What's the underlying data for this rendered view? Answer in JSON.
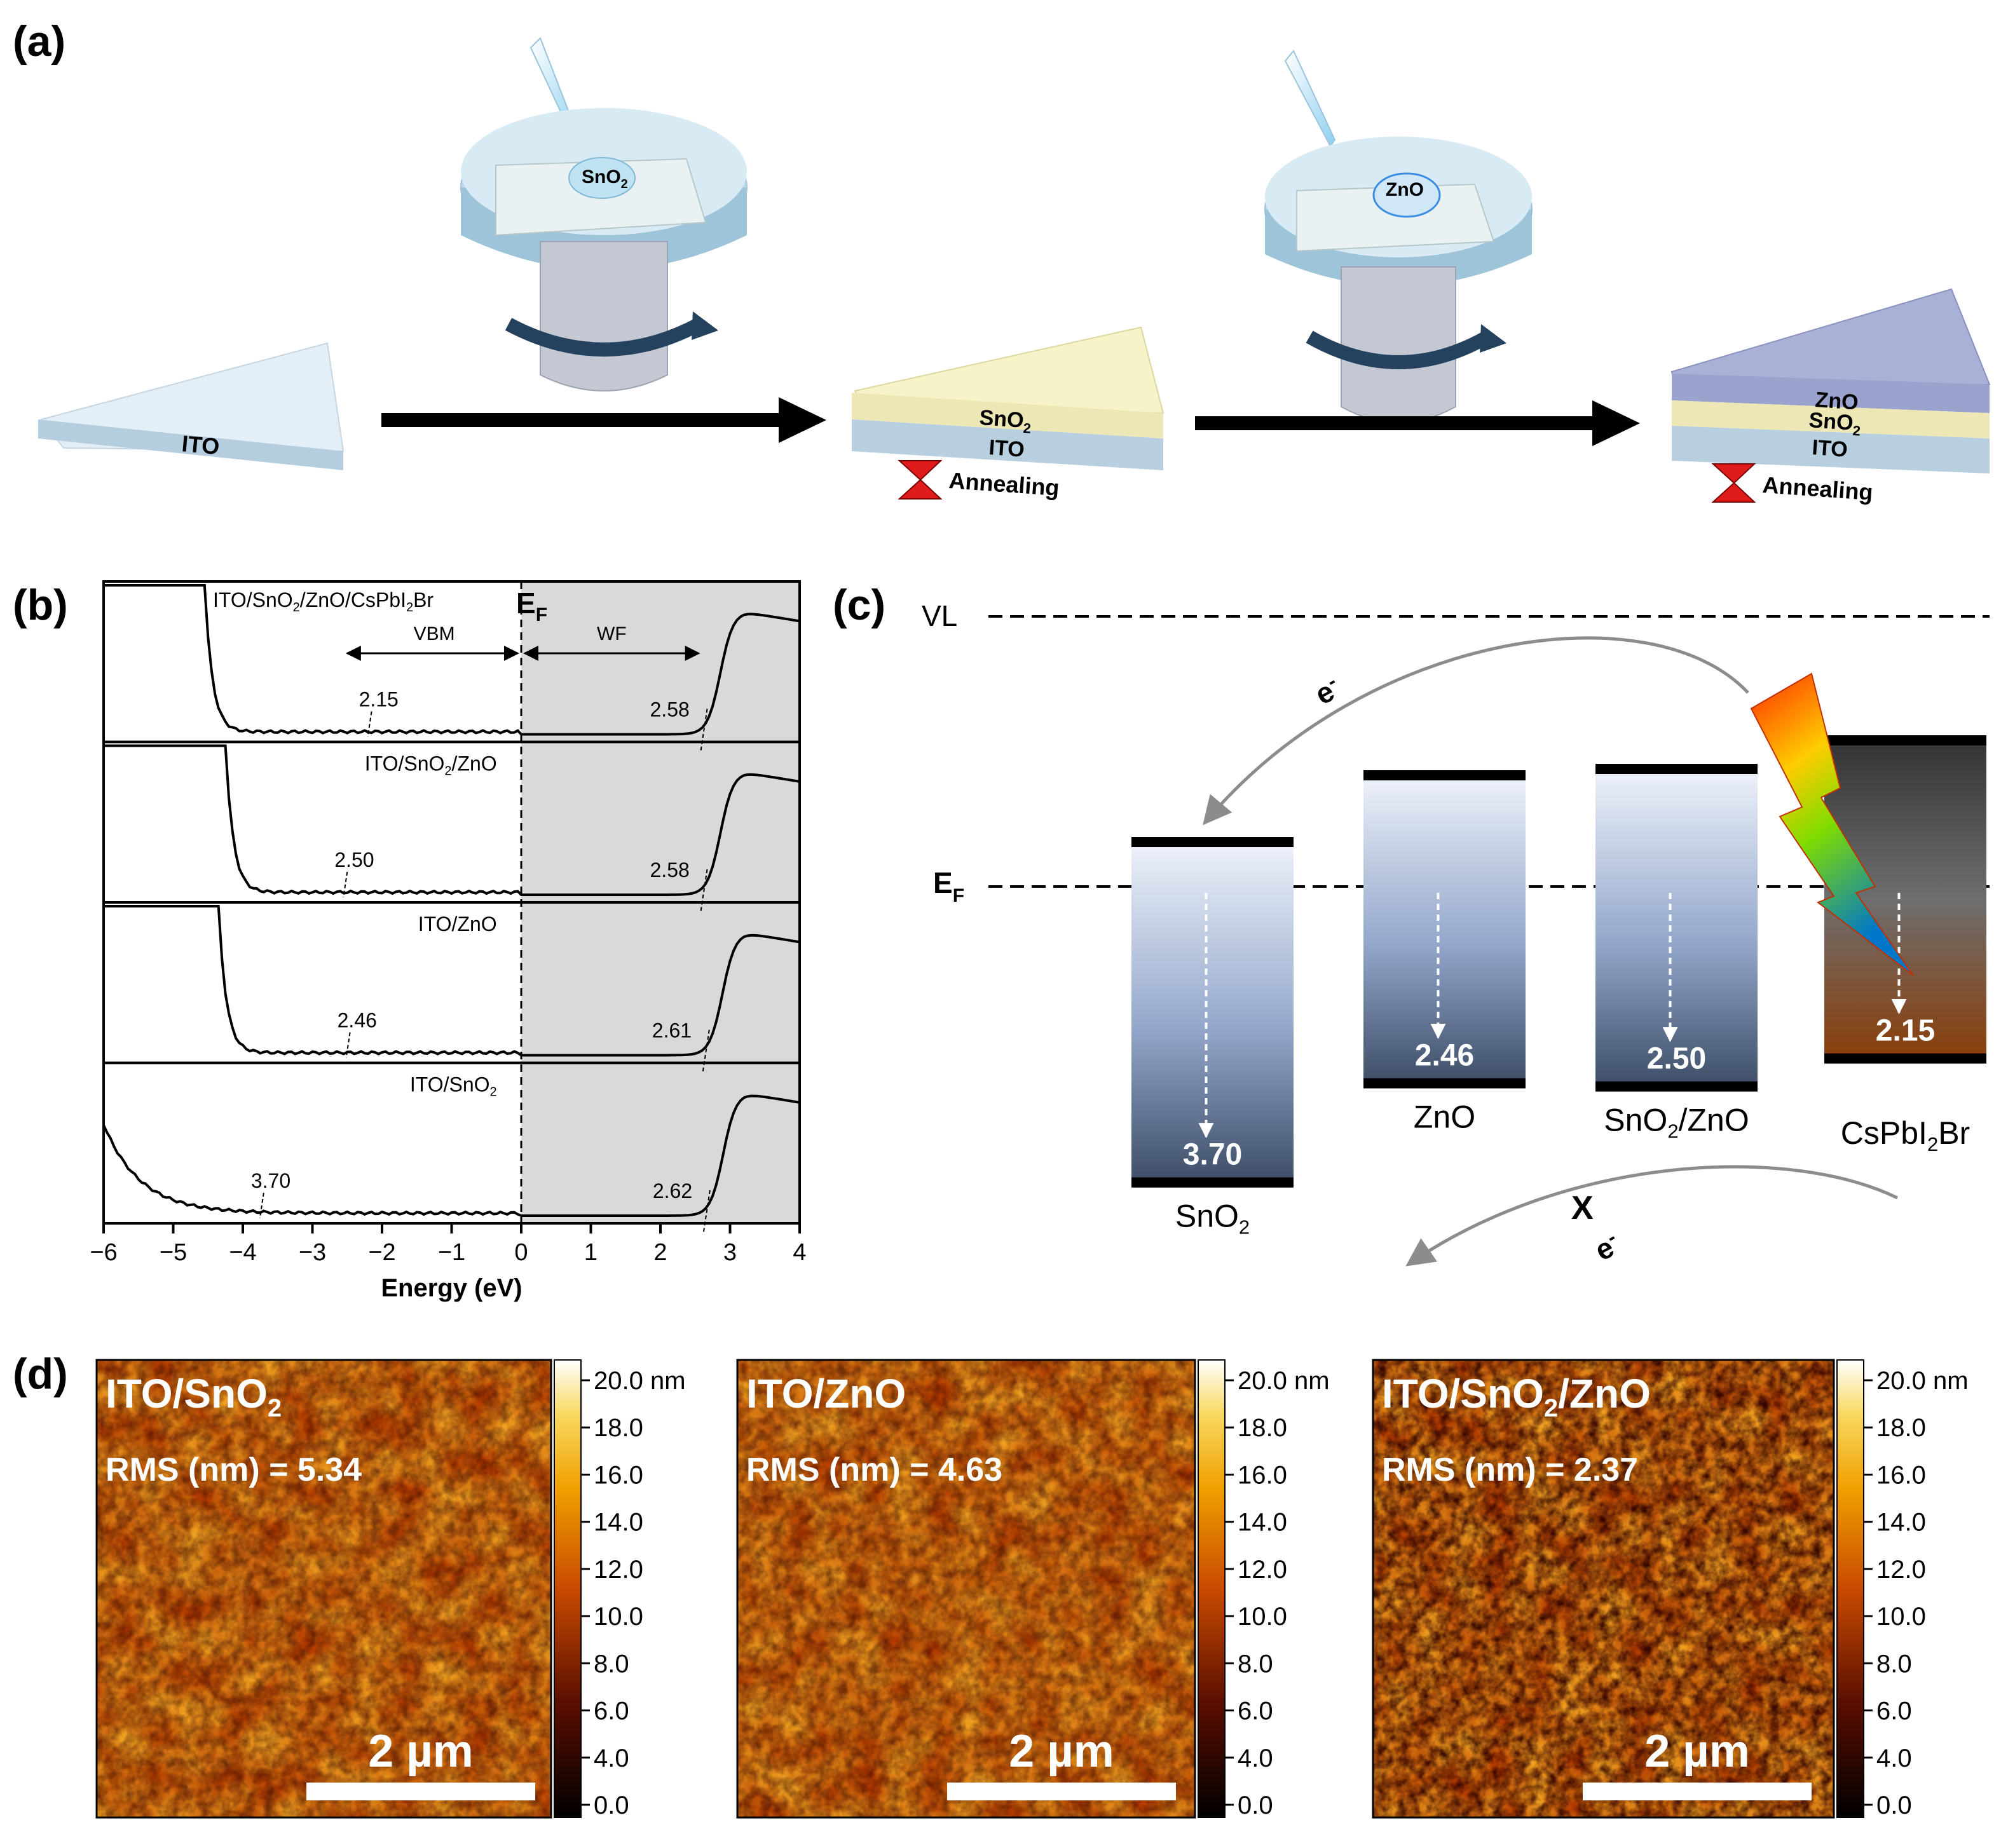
{
  "panel_labels": {
    "a": "(a)",
    "b": "(b)",
    "c": "(c)",
    "d": "(d)"
  },
  "colors": {
    "ito": "#cfe4f1",
    "sno2": "#f5f2c5",
    "zno": "#a9b0d8",
    "annealing": "#e01b1b",
    "wf_shade": "#d9d9d9",
    "band_top": "#eef2fa",
    "band_bottom": "#3d4d66",
    "cspbi2br_top": "#3a3a3a",
    "cspbi2br_bottom": "#8a3e0a",
    "arrow_gray": "#8c8c8c"
  },
  "panel_a": {
    "substrate": {
      "ito": "ITO"
    },
    "spin1": {
      "droplet": "SnO",
      "droplet_sub": "2"
    },
    "stack1": {
      "layer_top": "SnO",
      "layer_top_sub": "2",
      "layer_bottom": "ITO",
      "annealing": "Annealing"
    },
    "spin2": {
      "droplet": "ZnO"
    },
    "stack2": {
      "layer_top": "ZnO",
      "layer_mid": "SnO",
      "layer_mid_sub": "2",
      "layer_bottom": "ITO",
      "annealing": "Annealing"
    }
  },
  "panel_b": {
    "x_axis_label": "Energy (eV)",
    "x_ticks": [
      "−6",
      "−5",
      "−4",
      "−3",
      "−2",
      "−1",
      "0",
      "1",
      "2",
      "3",
      "4"
    ],
    "ef_label": "E",
    "ef_sub": "F",
    "vbm_label": "VBM",
    "wf_label": "WF",
    "subplots": [
      {
        "title": "ITO/SnO2/ZnO/CsPbI2Br",
        "title_parts": [
          "ITO/SnO",
          "2",
          "/ZnO/CsPbI",
          "2",
          "Br"
        ],
        "vbm": "2.15",
        "wf": "2.58",
        "vbm_x": -2.15,
        "wf_x": 2.58,
        "onset_left": -4.7
      },
      {
        "title": "ITO/SnO2/ZnO",
        "title_parts": [
          "ITO/SnO",
          "2",
          "/ZnO"
        ],
        "vbm": "2.50",
        "wf": "2.58",
        "vbm_x": -2.5,
        "wf_x": 2.58,
        "onset_left": -4.4
      },
      {
        "title": "ITO/ZnO",
        "title_parts": [
          "ITO/ZnO"
        ],
        "vbm": "2.46",
        "wf": "2.61",
        "vbm_x": -2.46,
        "wf_x": 2.61,
        "onset_left": -4.5
      },
      {
        "title": "ITO/SnO2",
        "title_parts": [
          "ITO/SnO",
          "2"
        ],
        "vbm": "3.70",
        "wf": "2.62",
        "vbm_x": -3.7,
        "wf_x": 2.62,
        "onset_left": -6.0
      }
    ]
  },
  "panel_c": {
    "vl": "VL",
    "ef": "E",
    "ef_sub": "F",
    "electron": "e",
    "electron_sup": "-",
    "blocked": "X",
    "bands": [
      {
        "name": "SnO2",
        "label_parts": [
          "SnO",
          "2"
        ],
        "value": "3.70",
        "vbm_depth": 3.7,
        "wf": 2.62
      },
      {
        "name": "ZnO",
        "label_parts": [
          "ZnO"
        ],
        "value": "2.46",
        "vbm_depth": 2.46,
        "wf": 2.61
      },
      {
        "name": "SnO2/ZnO",
        "label_parts": [
          "SnO",
          "2",
          "/ZnO"
        ],
        "value": "2.50",
        "vbm_depth": 2.5,
        "wf": 2.58
      },
      {
        "name": "CsPbI2Br",
        "label_parts": [
          "CsPbI",
          "2",
          "Br"
        ],
        "value": "2.15",
        "vbm_depth": 2.15,
        "wf": 2.58
      }
    ]
  },
  "panel_d": {
    "scale_bar": "2 µm",
    "colorbar_ticks": [
      "20.0 nm",
      "18.0",
      "16.0",
      "14.0",
      "12.0",
      "10.0",
      "8.0",
      "6.0",
      "4.0",
      "0.0"
    ],
    "images": [
      {
        "title_parts": [
          "ITO/SnO",
          "2"
        ],
        "rms": "RMS (nm) = 5.34"
      },
      {
        "title_parts": [
          "ITO/ZnO"
        ],
        "rms": "RMS (nm) = 4.63"
      },
      {
        "title_parts": [
          "ITO/SnO",
          "2",
          "/ZnO"
        ],
        "rms": "RMS (nm) = 2.37"
      }
    ]
  }
}
